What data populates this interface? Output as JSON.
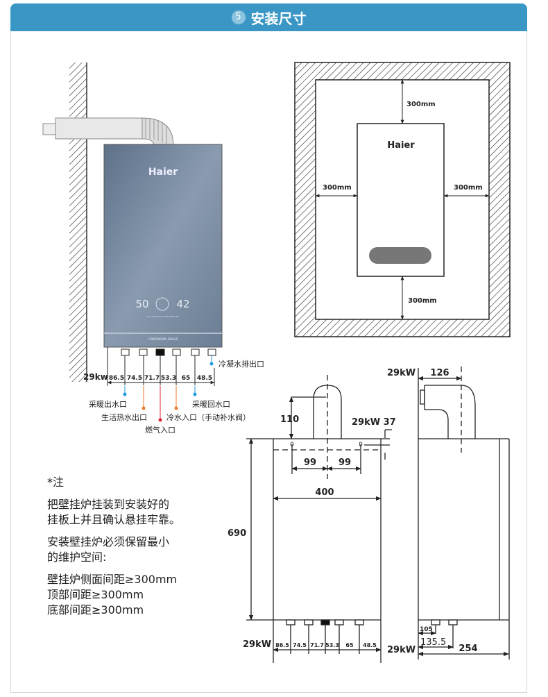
{
  "header": {
    "step": "5",
    "title": "安装尺寸"
  },
  "colors": {
    "header": "#3a97c5",
    "blue_dot": "#1e9be0",
    "orange_dot": "#f07a2a",
    "red_dot": "#e0202f"
  },
  "left_view": {
    "brand": "Haier",
    "display_left": "50",
    "display_right": "42",
    "panel_text": "CONDENSING BOILER",
    "model": "29kw",
    "dims": [
      "86.5",
      "74.5",
      "71.7",
      "53.3",
      "65",
      "48.5"
    ],
    "labels": {
      "heating_out": "采暖出水口",
      "hot_water_out": "生活热水出口",
      "gas_in": "燃气入口",
      "cold_in": "冷水入口（手动补水阀）",
      "heating_return": "采暖回水口",
      "condensate": "冷凝水排出口"
    }
  },
  "clearance_view": {
    "brand": "Haier",
    "top": "300mm",
    "left": "300mm",
    "right": "300mm",
    "bottom": "300mm"
  },
  "front_view": {
    "flue_height": "110",
    "side_label": "29kW 37",
    "half1": "99",
    "half2": "99",
    "width": "400",
    "height": "690",
    "model": "29kW",
    "dims": [
      "86.5",
      "74.5",
      "71.7",
      "53.3",
      "65",
      "48.5"
    ],
    "zero1": "0",
    "zero2": "0"
  },
  "side_view": {
    "model_top": "29kW",
    "flue_offset": "126",
    "model_bottom": "29kW",
    "d1": "105",
    "d2": "135.5",
    "depth": "254"
  },
  "notes": {
    "title": "*注",
    "p1a": "把壁挂炉挂装到安装好的",
    "p1b": "挂板上并且确认悬挂牢靠。",
    "p2a": "安装壁挂炉必须保留最小",
    "p2b": "的维护空间:",
    "p3a": "壁挂炉侧面间距≥300mm",
    "p3b": "顶部间距≥300mm",
    "p3c": "底部间距≥300mm"
  }
}
